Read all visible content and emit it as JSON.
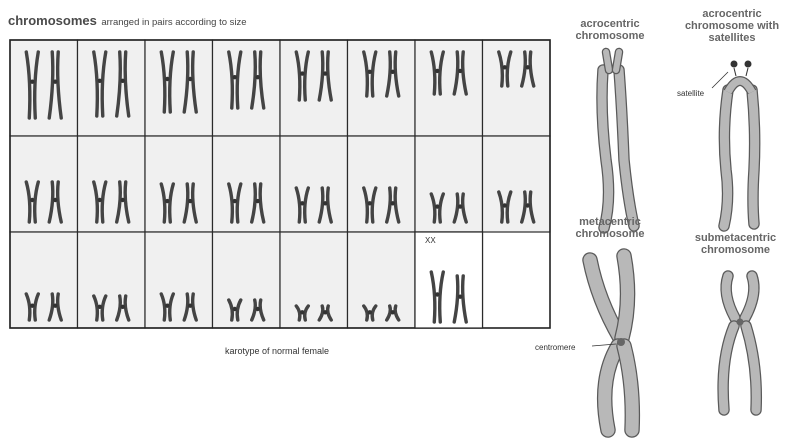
{
  "header": {
    "title_bold": "chromosomes",
    "title_rest": "arranged in pairs according to size"
  },
  "karyotype": {
    "caption": "karotype of normal female",
    "sex_label": "XX",
    "rows": 3,
    "cols": 8
  },
  "types": {
    "acrocentric": "acrocentric chromosome",
    "acro_satellites": "acrocentric chromosome with satellites",
    "metacentric": "metacentric chromosome",
    "submetacentric": "submetacentric chromosome"
  },
  "annotations": {
    "satellite": "satellite",
    "centromere": "centromere"
  }
}
